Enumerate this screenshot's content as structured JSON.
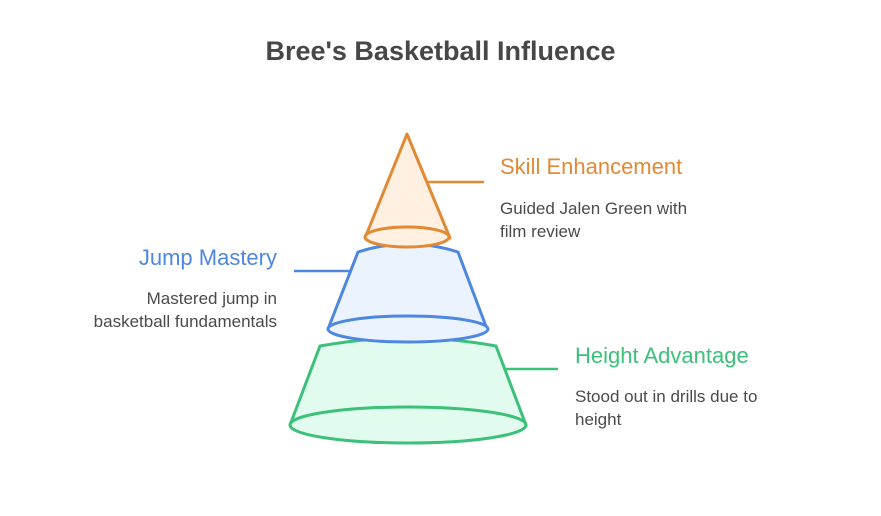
{
  "title": "Bree's Basketball Influence",
  "colors": {
    "skill": "#e08a35",
    "jump": "#4d87e0",
    "height": "#3cc07a",
    "title": "#474747",
    "text": "#4a4a4a"
  },
  "tiers": [
    {
      "id": "skill",
      "label": "Skill Enhancement",
      "description_line1": "Guided Jalen Green with",
      "description_line2": "film review",
      "color": "#e08a35",
      "fill": "#fff0e2"
    },
    {
      "id": "jump",
      "label": "Jump Mastery",
      "description_line1": "Mastered jump in",
      "description_line2": "basketball fundamentals",
      "color": "#4d87e0",
      "fill": "#ebf3ff"
    },
    {
      "id": "height",
      "label": "Height Advantage",
      "description_line1": "Stood out in drills due to",
      "description_line2": "height",
      "color": "#3cc07a",
      "fill": "#e2fbef"
    }
  ]
}
